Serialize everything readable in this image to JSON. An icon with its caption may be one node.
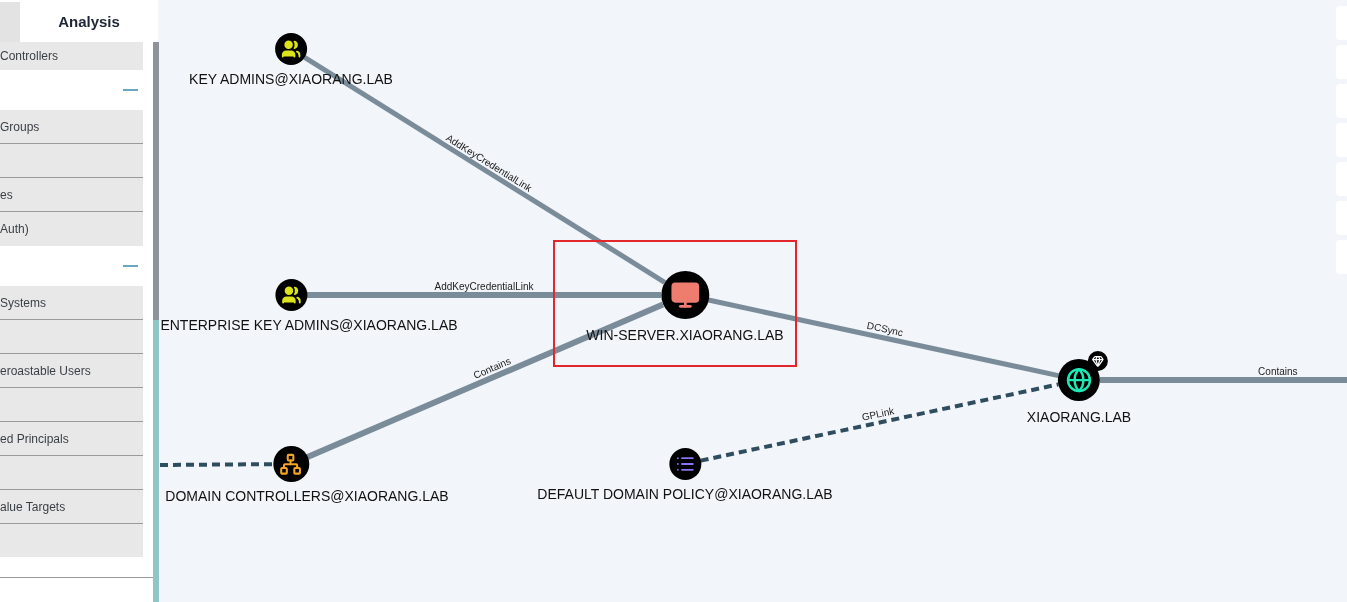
{
  "diagram": {
    "nodes": [
      {
        "text": [
          "KEY ADMINS@XIAORANG.LAB"
        ]
      },
      {
        "text": [
          "ENTERPRISE KEY ADMINS@XIAORANG.LAB"
        ]
      },
      {
        "text": [
          "WIN-SERVER.XIAORANG.LAB"
        ]
      },
      {
        "text": [
          "DOMAIN CONTROLLERS@XIAORANG.LAB"
        ]
      },
      {
        "text": [
          "DEFAULT DOMAIN POLICY@XIAORANG.LAB"
        ]
      },
      {
        "text": [
          "XIAORANG.LAB"
        ]
      }
    ],
    "edges": [
      {
        "from": 0,
        "to": 2,
        "arrow": "none",
        "label": "AddKeyCredentialLink"
      },
      {
        "from": 1,
        "to": 2,
        "arrow": "none",
        "label": "AddKeyCredentialLink"
      },
      {
        "from": 3,
        "to": 2,
        "arrow": "none",
        "label": "Contains"
      },
      {
        "from": 2,
        "to": 5,
        "arrow": "none",
        "label": "DCSync"
      },
      {
        "from": 4,
        "to": 5,
        "arrow": "none",
        "label": "GPLink",
        "style": "dashed",
        "color": "#2f4d5e"
      },
      {
        "from": 5,
        "to": null,
        "arrow": "none",
        "label": "Contains"
      },
      {
        "from": null,
        "to": 3,
        "arrow": "none",
        "style": "dashed",
        "color": "#2f4d5e"
      }
    ],
    "labels": [
      "Analysis",
      "Controllers",
      "Groups",
      "es",
      "Auth)",
      "Systems",
      "eroastable Users",
      "ed Principals",
      "alue Targets"
    ]
  }
}
